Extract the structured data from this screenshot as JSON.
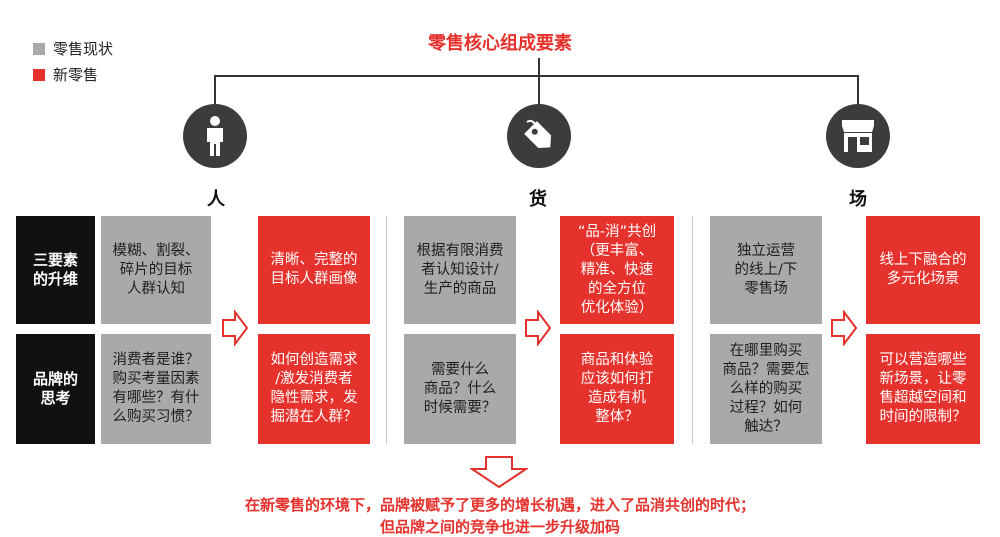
{
  "colors": {
    "accent": "#e5322d",
    "gray": "#a9a9aa",
    "dark": "#111111"
  },
  "legend": {
    "current": "零售现状",
    "new": "新零售"
  },
  "title": "零售核心组成要素",
  "pillars": [
    {
      "label": "人",
      "icon": "person-icon"
    },
    {
      "label": "货",
      "icon": "price-tag-icon"
    },
    {
      "label": "场",
      "icon": "storefront-icon"
    }
  ],
  "rows": [
    {
      "label": "三要素\n的升维"
    },
    {
      "label": "品牌的\n思考"
    }
  ],
  "cells": {
    "people": {
      "upgrade_current": "模糊、割裂、\n碎片的目标\n人群认知",
      "upgrade_new": "清晰、完整的\n目标人群画像",
      "brand_current": "消费者是谁？\n购买考量因素\n有哪些？有什\n么购买习惯？",
      "brand_new": "如何创造需求\n/激发消费者\n隐性需求，发\n掘潜在人群？"
    },
    "goods": {
      "upgrade_current": "根据有限消费\n者认知设计/\n生产的商品",
      "upgrade_new": "“品-消”共创\n（更丰富、\n精准、快速\n的全方位\n优化体验）",
      "brand_current": "需要什么\n商品？什么\n时候需要？",
      "brand_new": "商品和体验\n应该如何打\n造成有机\n整体？"
    },
    "place": {
      "upgrade_current": "独立运营\n的线上/下\n零售场",
      "upgrade_new": "线上下融合的\n多元化场景",
      "brand_current": "在哪里购买\n商品？需要怎\n么样的购买\n过程？如何\n触达？",
      "brand_new": "可以营造哪些\n新场景，让零\n售超越空间和\n时间的限制？"
    }
  },
  "conclusion": {
    "line1": "在新零售的环境下，品牌被赋予了更多的增长机遇，进入了品消共创的时代；",
    "line2": "但品牌之间的竞争也进一步升级加码"
  }
}
